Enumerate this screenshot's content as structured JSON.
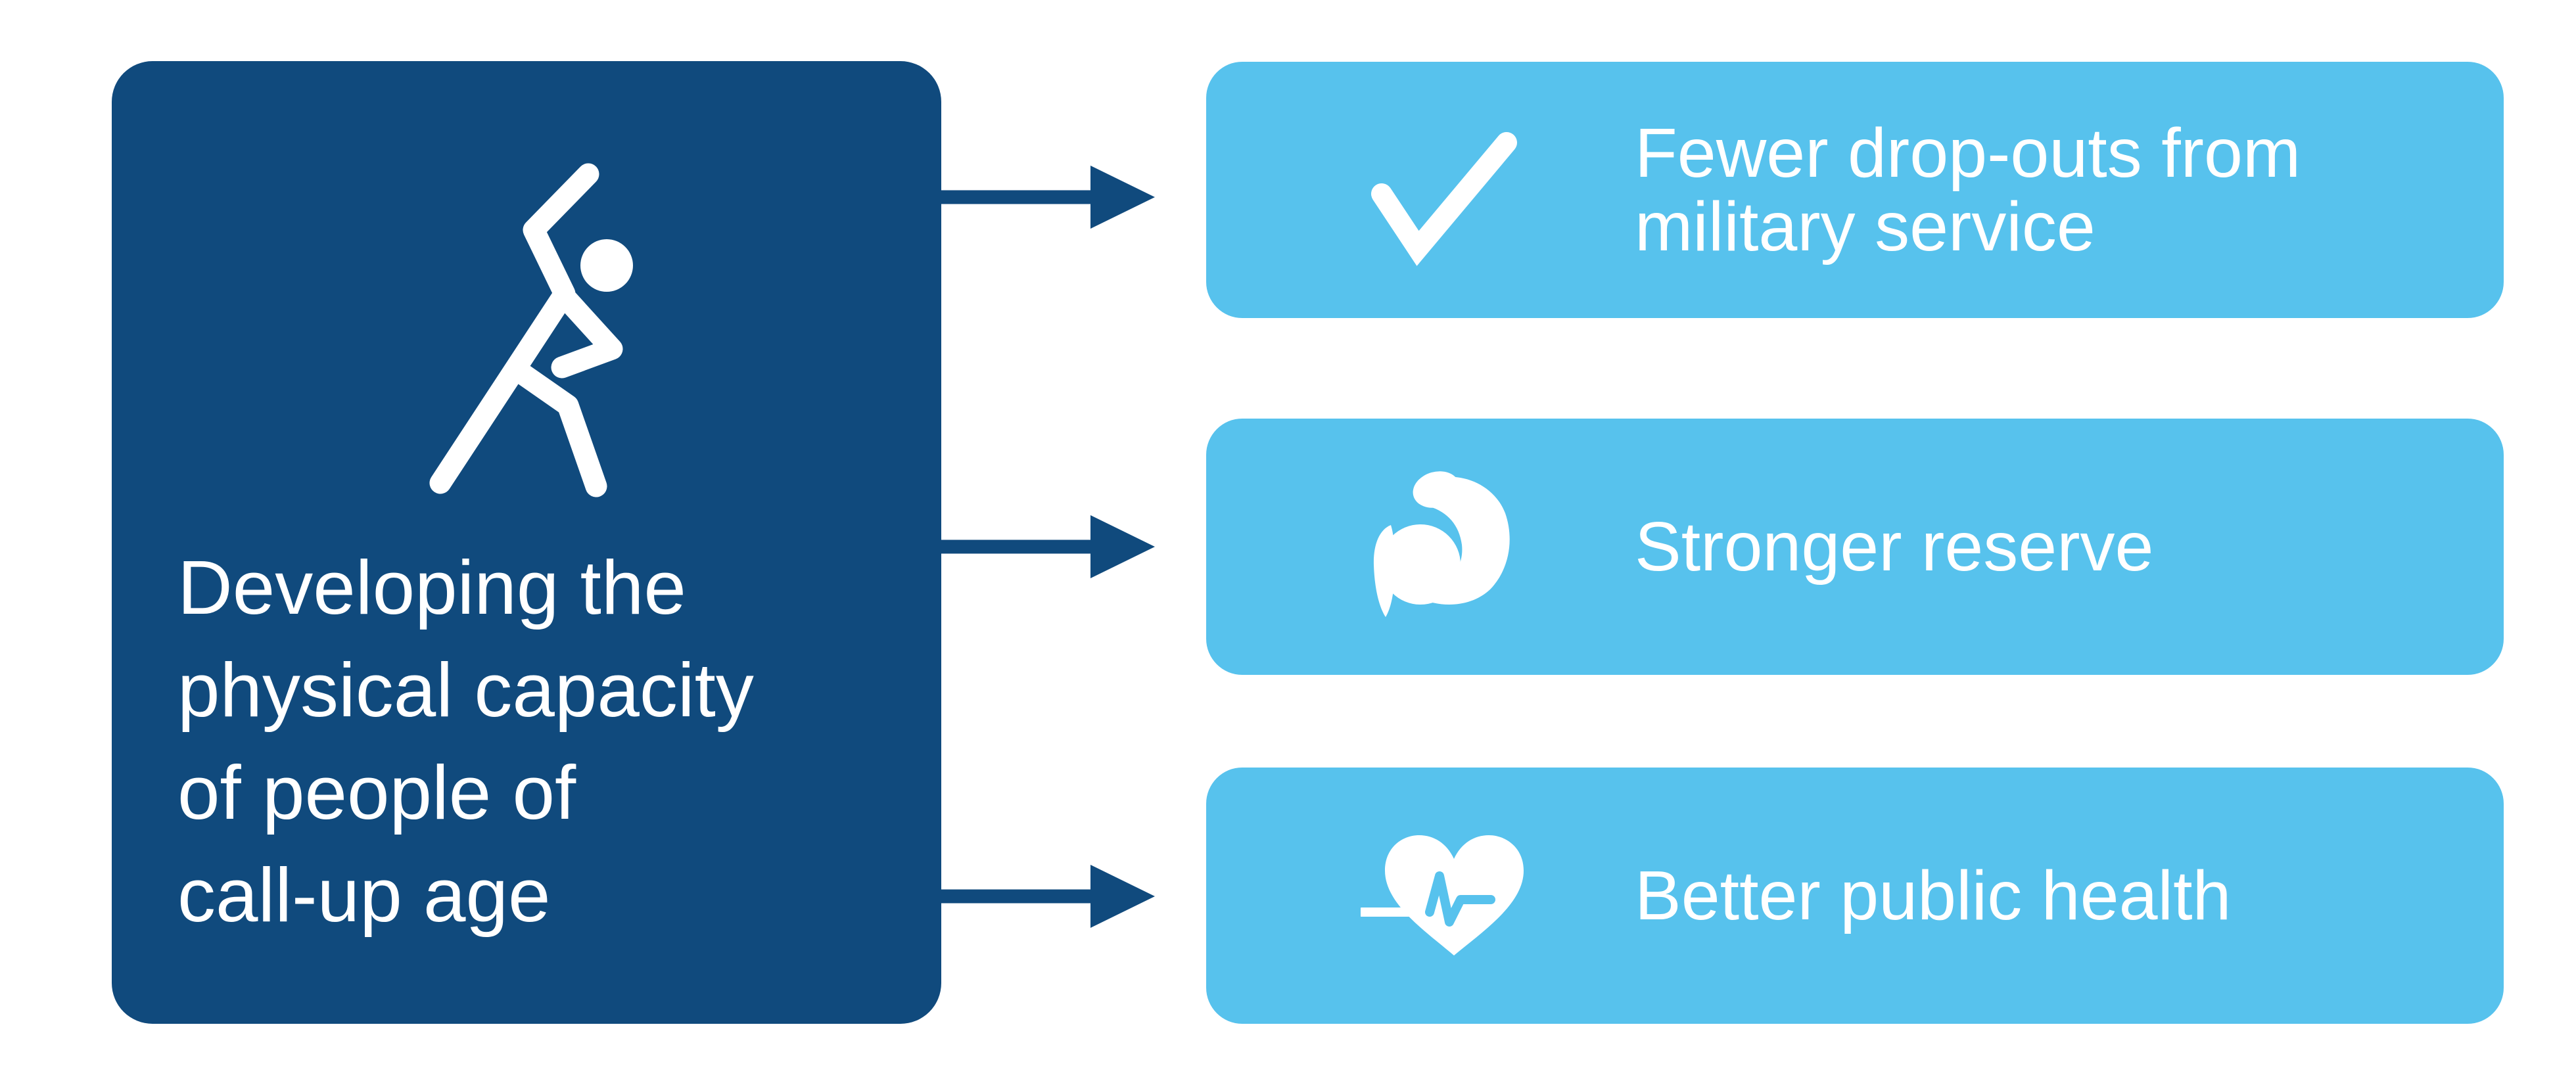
{
  "colors": {
    "dark_blue": "#104A7D",
    "light_blue": "#57C2ED",
    "text": "#FFFFFF"
  },
  "source_box": {
    "icon": "exercising-person",
    "text": "Developing the\nphysical capacity\nof people of\ncall-up age"
  },
  "outcomes": [
    {
      "icon": "checkmark",
      "text": "Fewer drop-outs from\nmilitary service"
    },
    {
      "icon": "flexed-biceps",
      "text": "Stronger reserve"
    },
    {
      "icon": "heart-pulse",
      "text": "Better public health"
    }
  ]
}
